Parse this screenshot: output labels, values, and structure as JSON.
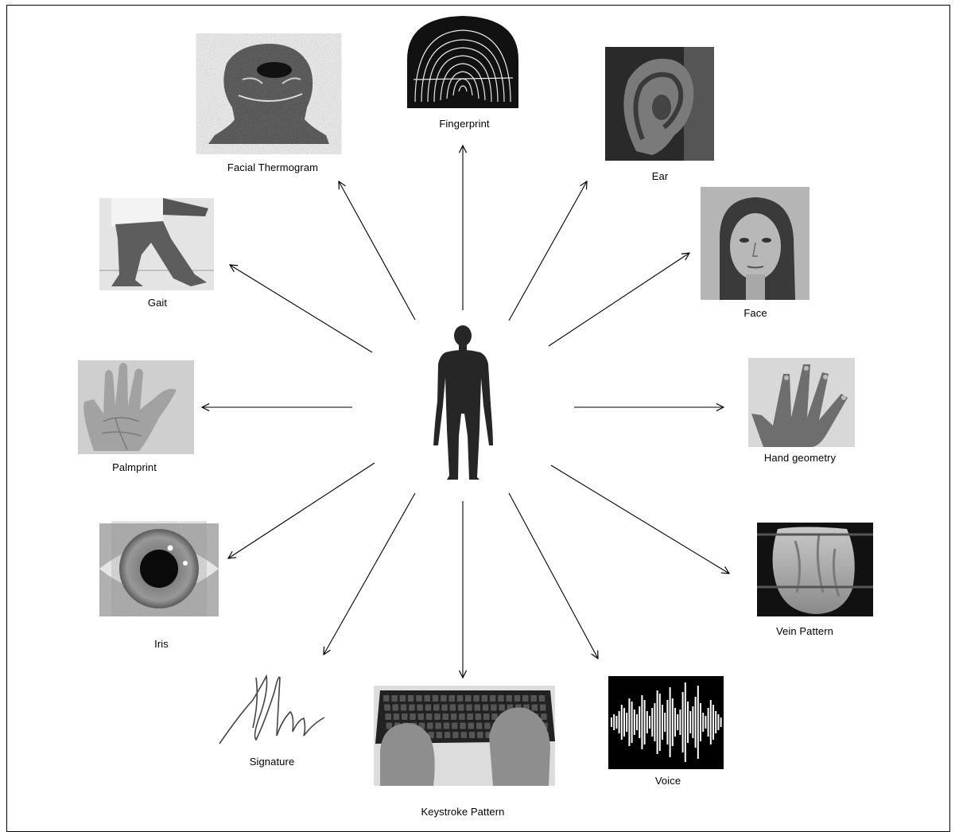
{
  "diagram": {
    "center": {
      "name": "human-body-silhouette"
    },
    "items": [
      {
        "id": "fingerprint",
        "label": "Fingerprint"
      },
      {
        "id": "ear",
        "label": "Ear"
      },
      {
        "id": "face",
        "label": "Face"
      },
      {
        "id": "hand-geometry",
        "label": "Hand geometry"
      },
      {
        "id": "vein-pattern",
        "label": "Vein Pattern"
      },
      {
        "id": "voice",
        "label": "Voice"
      },
      {
        "id": "keystroke-pattern",
        "label": "Keystroke Pattern"
      },
      {
        "id": "signature",
        "label": "Signature"
      },
      {
        "id": "iris",
        "label": "Iris"
      },
      {
        "id": "palmprint",
        "label": "Palmprint"
      },
      {
        "id": "gait",
        "label": "Gait"
      },
      {
        "id": "facial-thermogram",
        "label": "Facial Thermogram"
      }
    ]
  },
  "colors": {
    "line": "#000000",
    "silhouette": "#262626",
    "background": "#ffffff"
  }
}
